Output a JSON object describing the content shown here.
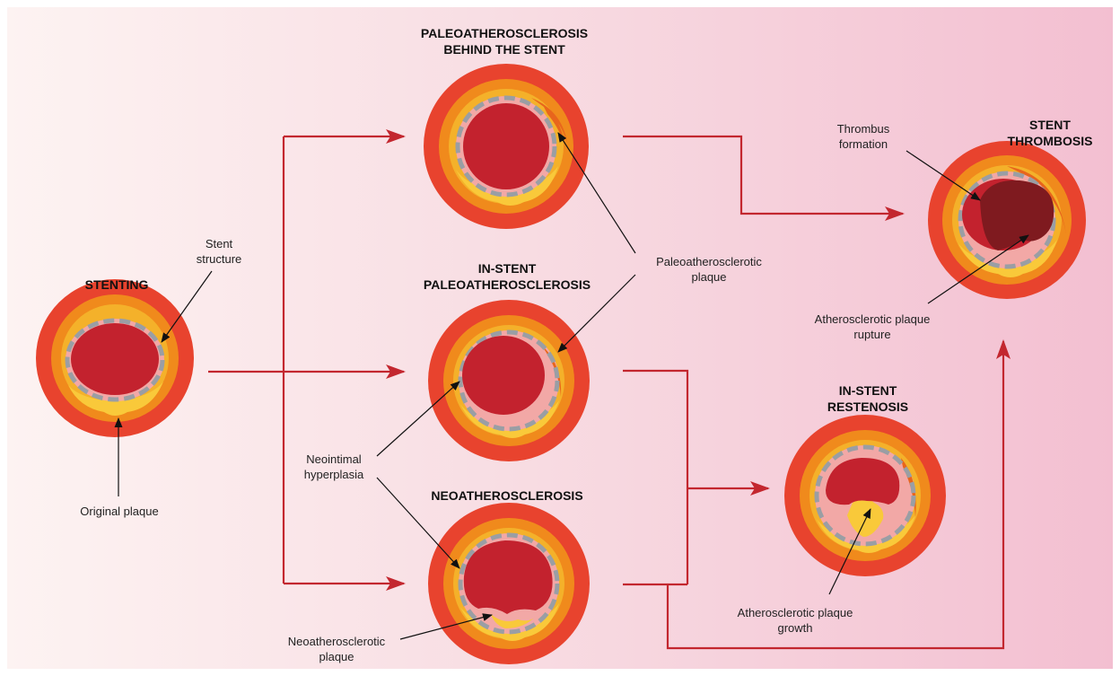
{
  "colors": {
    "flow_arrow": "#c3272f",
    "pointer_line": "#111111",
    "outer_wall": "#e8432e",
    "adventitia": "#f08a1c",
    "media": "#f4b12a",
    "plaque": "#f9c93a",
    "neointima": "#f2a8a6",
    "stent_strut": "#9a9ea4",
    "lumen": "#c3222e",
    "paleo_plaque": "#e8651c",
    "thrombus": "#7f1a1f"
  },
  "titles": {
    "stenting": "STENTING",
    "paleo_behind_1": "PALEOATHEROSCLEROSIS",
    "paleo_behind_2": "BEHIND THE STENT",
    "instent_paleo_1": "IN-STENT",
    "instent_paleo_2": "PALEOATHEROSCLEROSIS",
    "neo": "NEOATHEROSCLEROSIS",
    "restenosis_1": "IN-STENT",
    "restenosis_2": "RESTENOSIS",
    "thrombosis_1": "STENT",
    "thrombosis_2": "THROMBOSIS"
  },
  "labels": {
    "stent_structure_1": "Stent",
    "stent_structure_2": "structure",
    "original_plaque": "Original plaque",
    "paleo_plaque_1": "Paleoatherosclerotic",
    "paleo_plaque_2": "plaque",
    "neointimal_1": "Neointimal",
    "neointimal_2": "hyperplasia",
    "neo_plaque_1": "Neoatherosclerotic",
    "neo_plaque_2": "plaque",
    "thrombus_1": "Thrombus",
    "thrombus_2": "formation",
    "rupture_1": "Atherosclerotic plaque",
    "rupture_2": "rupture",
    "growth_1": "Atherosclerotic plaque",
    "growth_2": "growth"
  }
}
